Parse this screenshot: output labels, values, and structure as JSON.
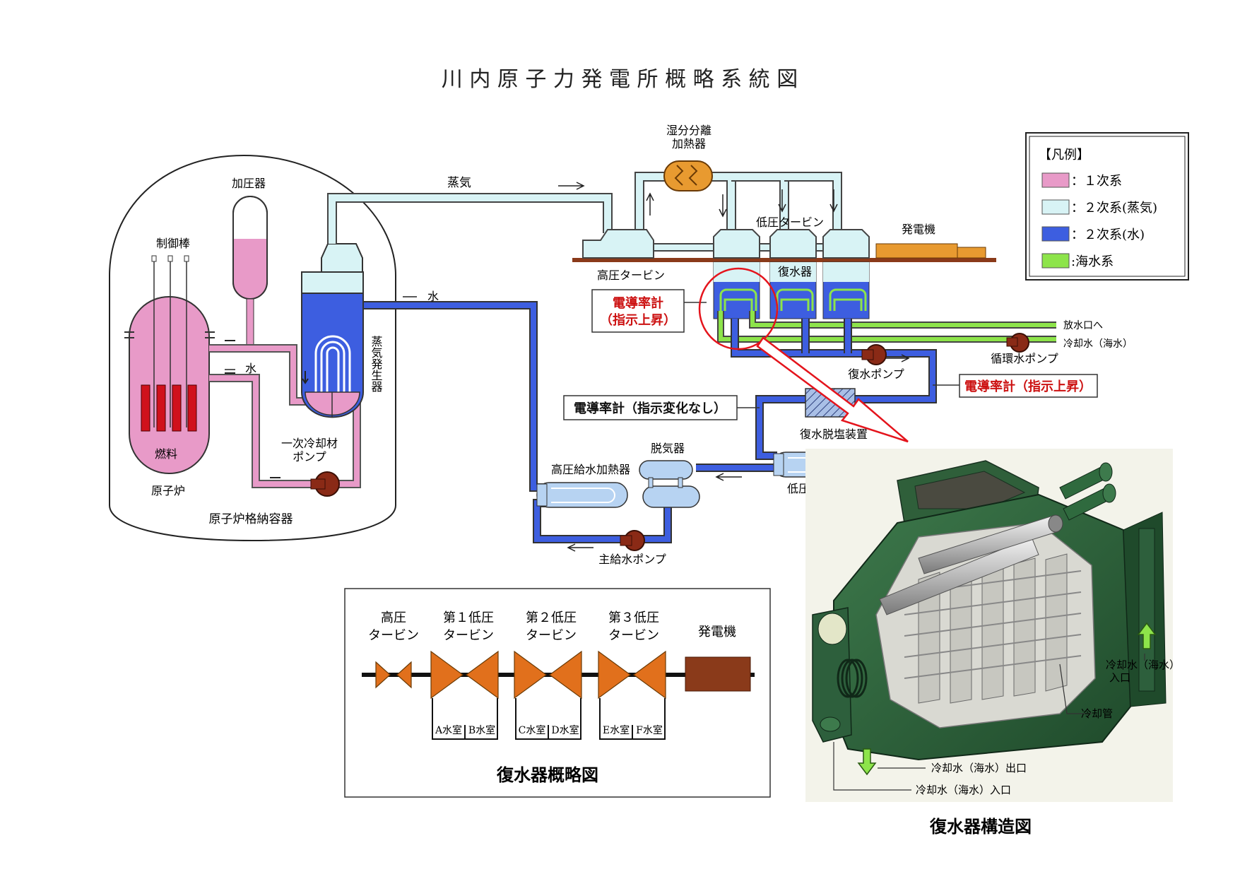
{
  "title": "川 内 原 子 力 発 電 所 概 略 系 統 図",
  "legend": {
    "heading": "【凡例】",
    "items": [
      {
        "label": "：１次系",
        "color": "#e89ac8"
      },
      {
        "label": "：２次系(蒸気)",
        "color": "#d8f3f5"
      },
      {
        "label": "：２次系(水)",
        "color": "#3d5ee0"
      },
      {
        "label": ":海水系",
        "color": "#8de44a"
      }
    ]
  },
  "containment": {
    "containment_vessel": "原子炉格納容器",
    "reactor": "原子炉",
    "fuel": "燃料",
    "control_rods": "制御棒",
    "pressurizer": "加圧器",
    "steam_generator": "蒸気発生器",
    "primary_pump_line1": "一次冷却材",
    "primary_pump_line2": "ポンプ",
    "water_inner": "水"
  },
  "secondary": {
    "steam": "蒸気",
    "water": "水",
    "msr_line1": "湿分分離",
    "msr_line2": "加熱器",
    "lp_turbine": "低圧タービン",
    "hp_turbine": "高圧タービン",
    "generator": "発電機",
    "condenser": "復水器",
    "outlet": "放水口へ",
    "cooling_in": "冷却水（海水）",
    "circ_pump": "循環水ポンプ",
    "condensate_pump": "復水ポンプ",
    "demineralizer": "復水脱塩装置",
    "deaerator": "脱気器",
    "hp_heater": "高圧給水加熱器",
    "lp_heater": "低圧給水加熱器",
    "feed_pump": "主給水ポンプ"
  },
  "callouts": {
    "cond_meter1_line1": "電導率計",
    "cond_meter1_line2": "（指示上昇）",
    "cond_meter2": "電導率計（指示上昇）",
    "cond_meter3": "電導率計（指示変化なし）"
  },
  "schematic": {
    "title": "復水器概略図",
    "columns": [
      {
        "line1": "高圧",
        "line2": "タービン"
      },
      {
        "line1": "第１低圧",
        "line2": "タービン"
      },
      {
        "line1": "第２低圧",
        "line2": "タービン"
      },
      {
        "line1": "第３低圧",
        "line2": "タービン"
      },
      {
        "line1": "発電機",
        "line2": ""
      }
    ],
    "chambers": [
      "A水室",
      "B水室",
      "C水室",
      "D水室",
      "E水室",
      "F水室"
    ]
  },
  "structure": {
    "title": "復水器構造図",
    "cooling_water_in_line1": "冷却水（海水）",
    "cooling_water_in_line2": "入口",
    "cooling_tube": "冷却管",
    "cooling_water_out": "冷却水（海水）出口",
    "cooling_water_inlet": "冷却水（海水）入口"
  }
}
